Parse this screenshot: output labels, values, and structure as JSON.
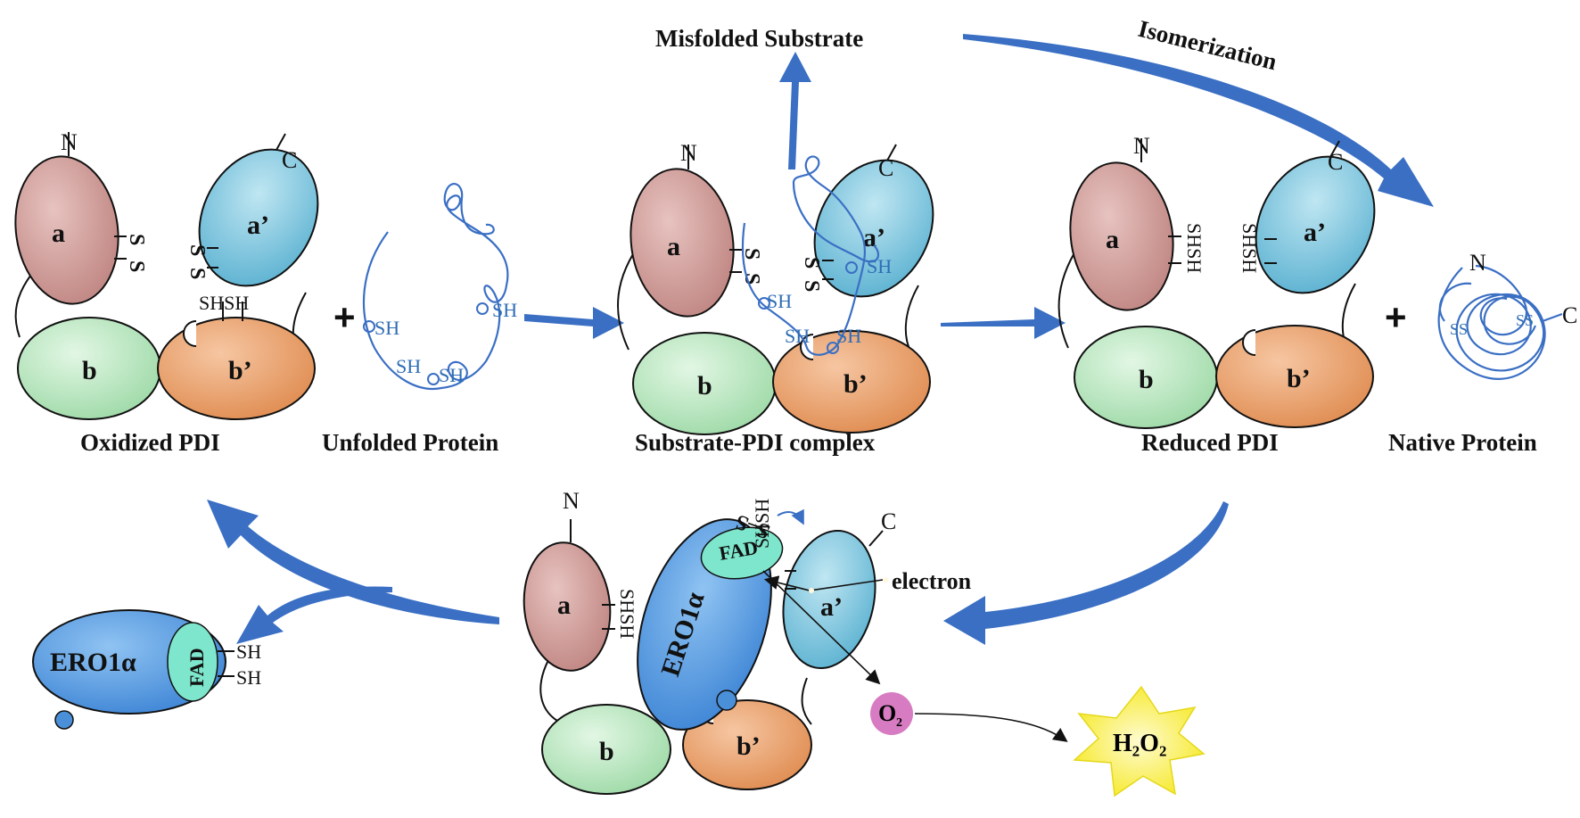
{
  "labels": {
    "misfolded_substrate": "Misfolded Substrate",
    "isomerization": "Isomerization",
    "oxidized_pdi": "Oxidized PDI",
    "unfolded_protein": "Unfolded Protein",
    "substrate_pdi_complex": "Substrate-PDI complex",
    "reduced_pdi": "Reduced PDI",
    "native_protein": "Native Protein",
    "electron": "electron",
    "plus": "+"
  },
  "domains": {
    "a": "a",
    "a_prime": "a’",
    "b": "b",
    "b_prime": "b’"
  },
  "termini": {
    "n": "N",
    "c": "C"
  },
  "groups": {
    "sh": "SH",
    "shsh": "SHSH",
    "ss": "S–S",
    "s": "S",
    "ss_native": "SS"
  },
  "ero1": {
    "name": "ERO1α",
    "fad": "FAD"
  },
  "molecules": {
    "o2": "O",
    "o2_sub": "2",
    "h2o2": "H₂O₂"
  },
  "colors": {
    "domain_a": "#c98f8c",
    "domain_a_prime": "#7cc0d9",
    "domain_b": "#a8e0b0",
    "domain_b_prime": "#e59a64",
    "ero1": "#4a90d9",
    "fad": "#6fe0c8",
    "arrow": "#3a6fc4",
    "oxygen": "#d77cc2",
    "star": "#f7ee2a"
  }
}
